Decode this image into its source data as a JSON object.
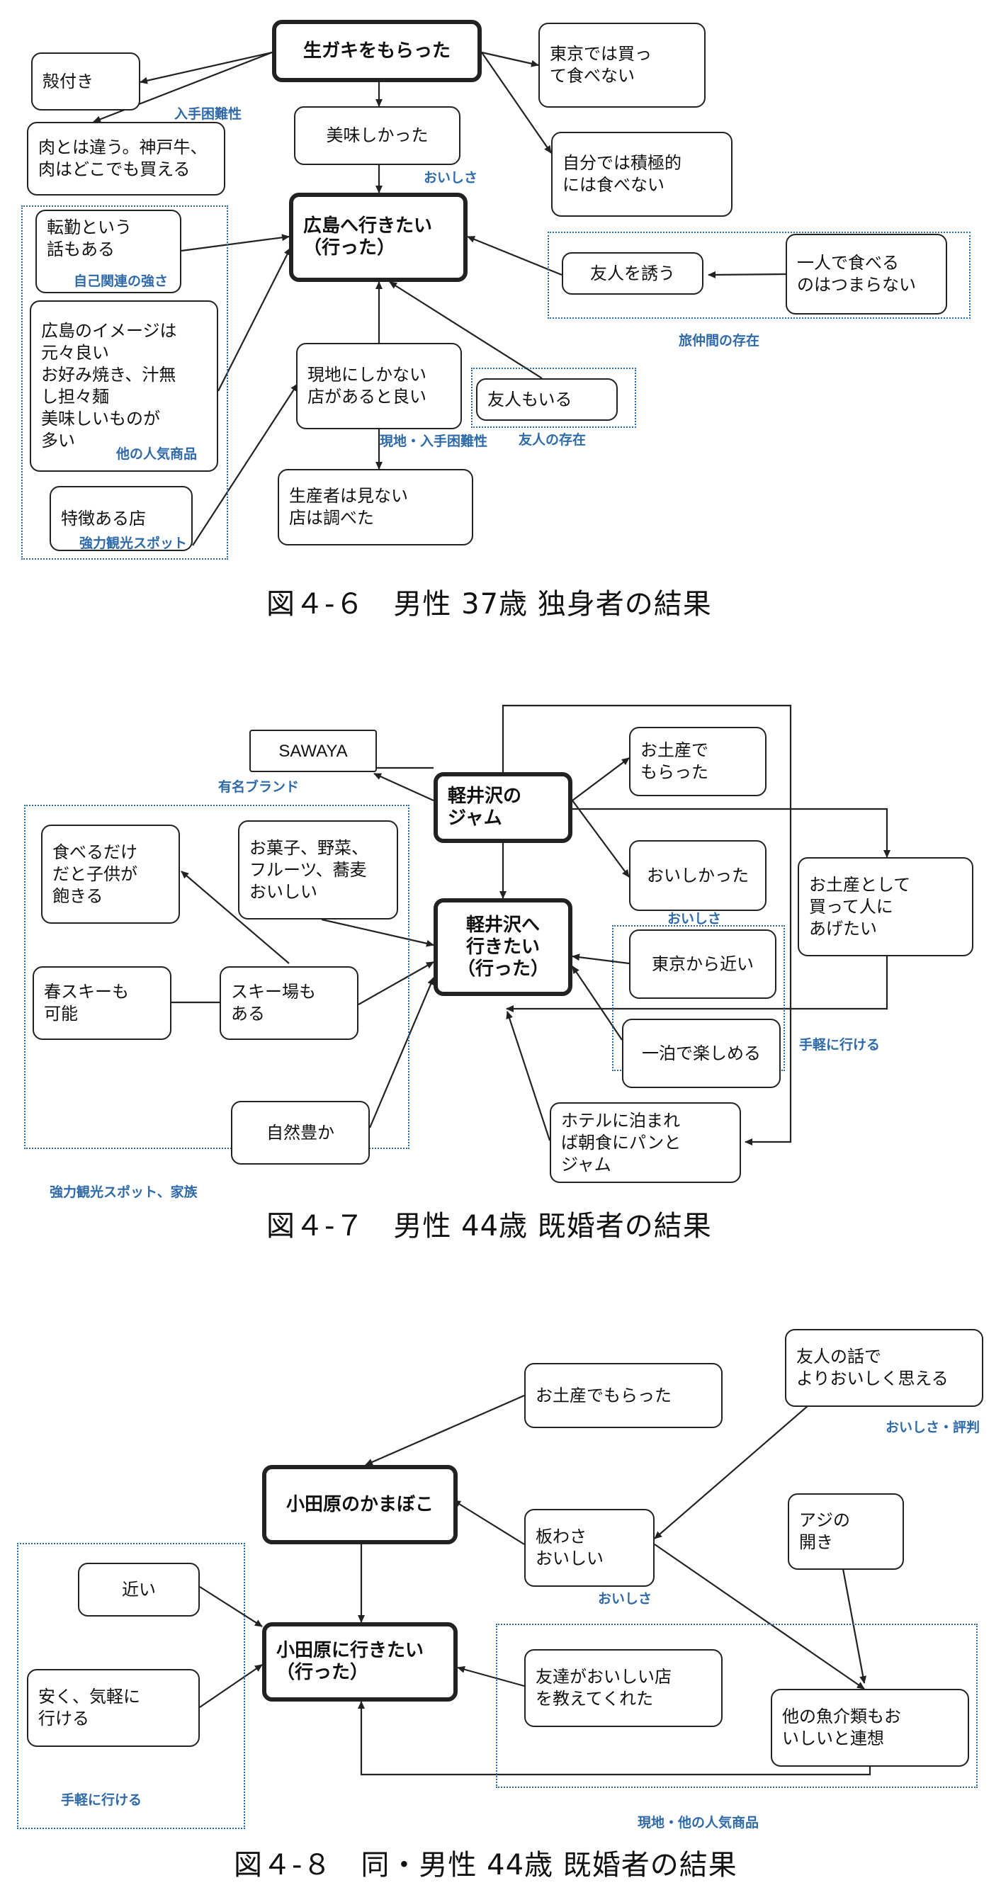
{
  "fig6": {
    "caption": "図４-６　男性 37歳 独身者の結果",
    "nodes": {
      "oyster": "生ガキをもらった",
      "shell": "殻付き",
      "meat": "肉とは違う。神戸牛、\n肉はどこでも買える",
      "tasty": "美味しかった",
      "tokyo_no": "東京では買っ\nて食べない",
      "self_no": "自分では積極的\nには食べない",
      "hiroshima": "広島へ行きたい\n（行った）",
      "transfer": "転勤という\n話もある",
      "image": "広島のイメージは\n元々良い\nお好み焼き、汁無\nし担々麺\n美味しいものが\n多い",
      "unique": "特徴ある店",
      "local": "現地にしかない\n店があると良い",
      "producer": "生産者は見ない\n店は調べた",
      "friend_too": "友人もいる",
      "invite": "友人を誘う",
      "alone": "一人で食べる\nのはつまらない"
    },
    "labels": {
      "hard": "入手困難性",
      "oishisa": "おいしさ",
      "self": "自己関連の強さ",
      "popular": "他の人気商品",
      "spot": "強力観光スポット",
      "local_hard": "現地・入手困難性",
      "friend_exist": "友人の存在",
      "companions": "旅仲間の存在"
    }
  },
  "fig7": {
    "caption": "図４-７　男性 44歳 既婚者の結果",
    "nodes": {
      "sawaya": "SAWAYA",
      "jam": "軽井沢の\nジャム",
      "got": "お土産で\nもらった",
      "tasty": "おいしかった",
      "gift": "お土産として\n買って人に\nあげたい",
      "karuizawa": "軽井沢へ\n行きたい\n（行った）",
      "kids": "食べるだけ\nだと子供が\n飽きる",
      "snacks": "お菓子、野菜、\nフルーツ、蕎麦\nおいしい",
      "spring": "春スキーも\n可能",
      "ski": "スキー場も\nある",
      "nature": "自然豊か",
      "near": "東京から近い",
      "overnight": "一泊で楽しめる",
      "hotel": "ホテルに泊まれ\nば朝食にパンと\nジャム"
    },
    "labels": {
      "brand": "有名ブランド",
      "oishisa": "おいしさ",
      "easy": "手軽に行ける",
      "spot_family": "強力観光スポット、家族"
    }
  },
  "fig8": {
    "caption": "図４-８　同・男性 44歳 既婚者の結果",
    "nodes": {
      "got": "お土産でもらった",
      "friend_story": "友人の話で\nよりおいしく思える",
      "kamaboko": "小田原のかまぼこ",
      "itawasa": "板わさ\nおいしい",
      "aji": "アジの\n開き",
      "near": "近い",
      "odawara": "小田原に行きたい\n（行った）",
      "cheap": "安く、気軽に\n行ける",
      "friends_shop": "友達がおいしい店\nを教えてくれた",
      "other_fish": "他の魚介類もお\nいしいと連想"
    },
    "labels": {
      "rep": "おいしさ・評判",
      "oishisa": "おいしさ",
      "easy": "手軽に行ける",
      "local_popular": "現地・他の人気商品"
    }
  }
}
